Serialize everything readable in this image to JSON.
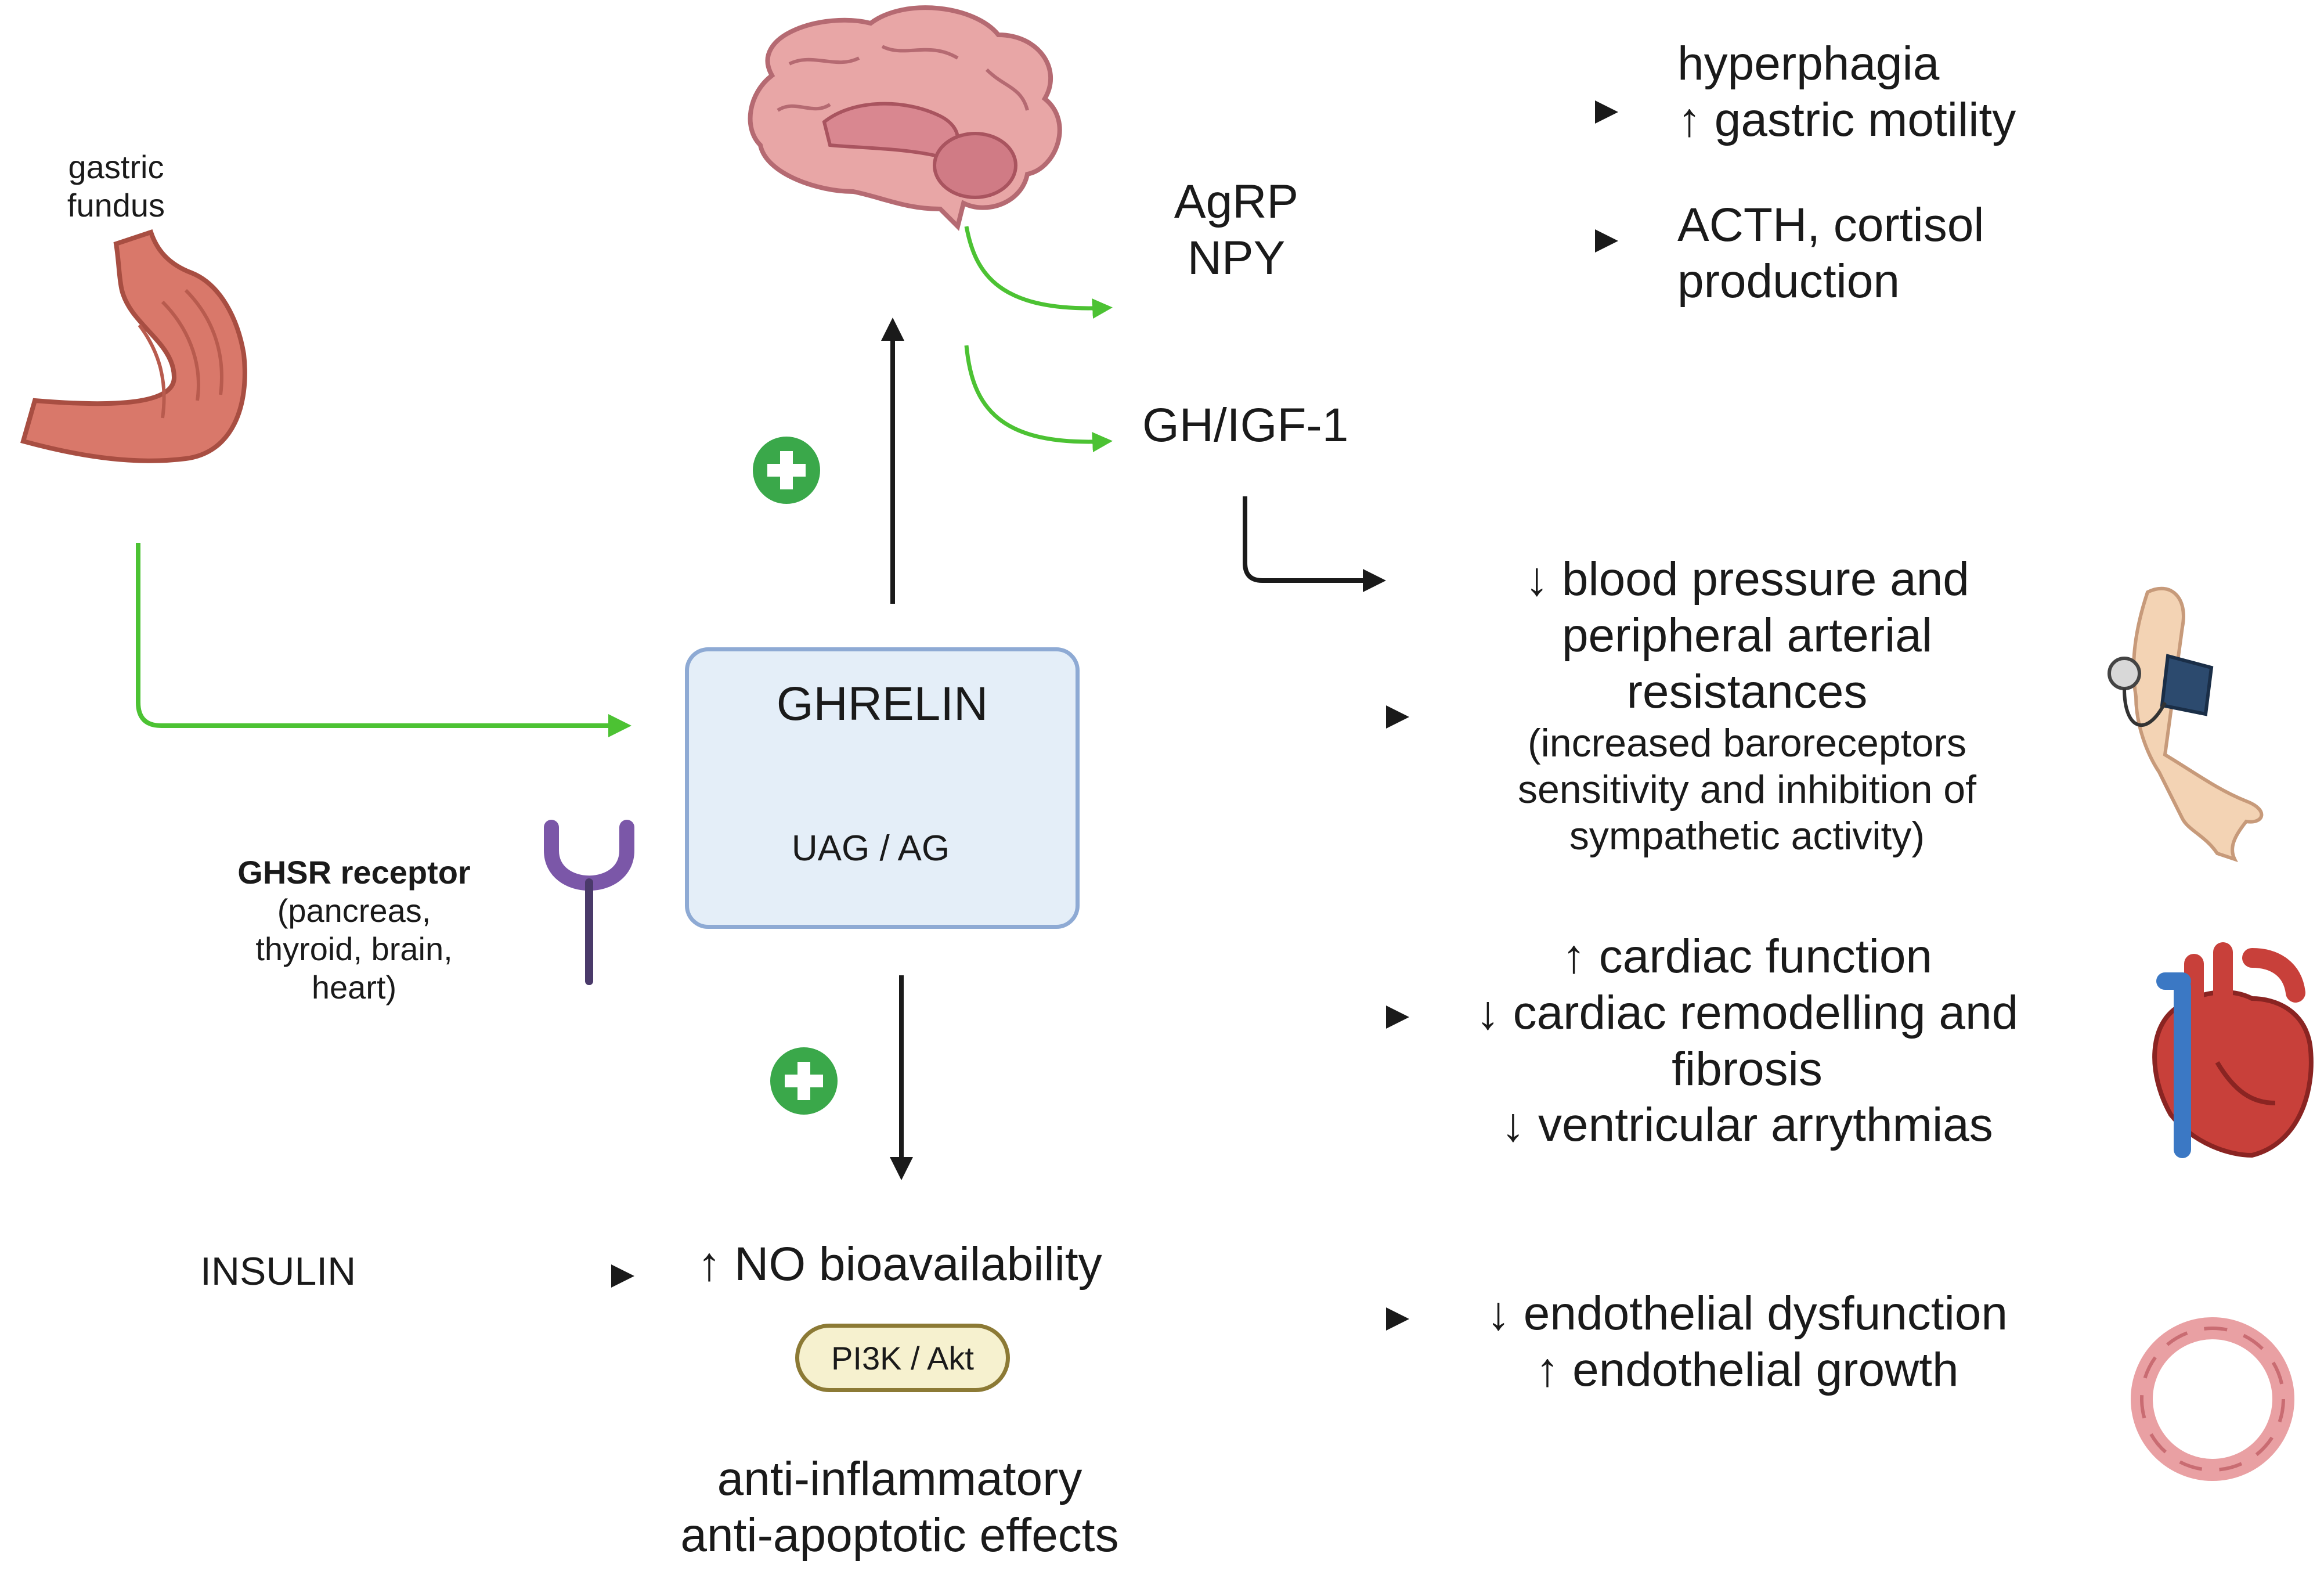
{
  "stomach_label": [
    "gastric",
    "fundus"
  ],
  "ghrelin": {
    "title": "GHRELIN",
    "forms": "UAG / AG"
  },
  "receptor": {
    "title": "GHSR receptor",
    "sites": [
      "(pancreas,",
      "thyroid, brain,",
      "heart)"
    ]
  },
  "brain_outputs": {
    "neuropeptides": [
      "AgRP",
      "NPY"
    ],
    "hormones": "GH/IGF-1"
  },
  "effects": {
    "feeding": [
      "hyperphagia",
      "↑ gastric motility"
    ],
    "acth": [
      "ACTH, cortisol",
      "production"
    ],
    "blood_pressure": [
      "↓ blood pressure and",
      "peripheral arterial",
      "resistances"
    ],
    "blood_pressure_note": [
      "(increased baroreceptors",
      "sensitivity and inhibition of",
      "sympathetic activity)"
    ],
    "cardiac": [
      "↑ cardiac function",
      "↓ cardiac remodelling and",
      "fibrosis",
      "↓ ventricular arrythmias"
    ],
    "endothelial": [
      "↓ endothelial dysfunction",
      "↑ endothelial growth"
    ]
  },
  "insulin": "INSULIN",
  "no_bioavailability": "↑ NO bioavailability",
  "pathway": "PI3K / Akt",
  "anti_effects": [
    "anti-inflammatory",
    "anti-apoptotic effects"
  ],
  "icons": [
    "brain-icon",
    "stomach-icon",
    "receptor-icon",
    "plus-icon",
    "arm-blood-pressure-cuff-icon",
    "heart-icon",
    "blood-vessel-icon"
  ],
  "colors": {
    "green_arrow": "#4cc233",
    "black_arrow": "#1a1a1a",
    "plus_circle": "#3aa84a",
    "box_fill": "#e4eef8",
    "box_border": "#8eaad4",
    "pill_fill": "#f6f1cf",
    "pill_border": "#8c7a35"
  }
}
